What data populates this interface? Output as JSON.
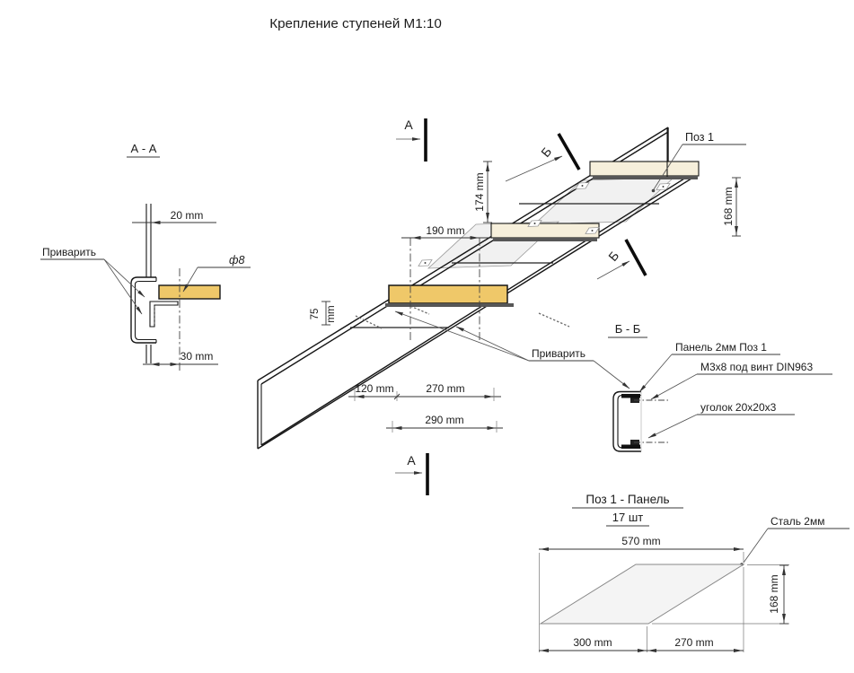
{
  "title": "Крепление ступеней М1:10",
  "section_aa": {
    "title": "А - А",
    "weld": "Приварить",
    "hole": "ф8",
    "dim_wall": "20 mm",
    "dim_offset": "30 mm"
  },
  "main": {
    "cut_a": "А",
    "cut_b": "Б",
    "pos1": "Поз 1",
    "weld": "Приварить",
    "dim_174": "174 mm",
    "dim_190": "190 mm",
    "dim_75a": "75",
    "dim_75b": "mm",
    "dim_120": "120 mm",
    "dim_270": "270 mm",
    "dim_290": "290 mm",
    "dim_168": "168 mm"
  },
  "section_bb": {
    "title": "Б - Б",
    "panel": "Панель 2мм Поз 1",
    "screw": "М3х8 под винт DIN963",
    "angle": "уголок 20х20х3"
  },
  "detail": {
    "title": "Поз 1 - Панель",
    "qty": "17 шт",
    "material": "Сталь 2мм",
    "dim_570": "570 mm",
    "dim_300": "300 mm",
    "dim_270": "270 mm",
    "dim_168": "168 mm"
  },
  "colors": {
    "step_yellow": "#EFC869",
    "step_cream": "#F6EFDB",
    "panel_gray": "#F1F1F1",
    "line": "#161616"
  }
}
